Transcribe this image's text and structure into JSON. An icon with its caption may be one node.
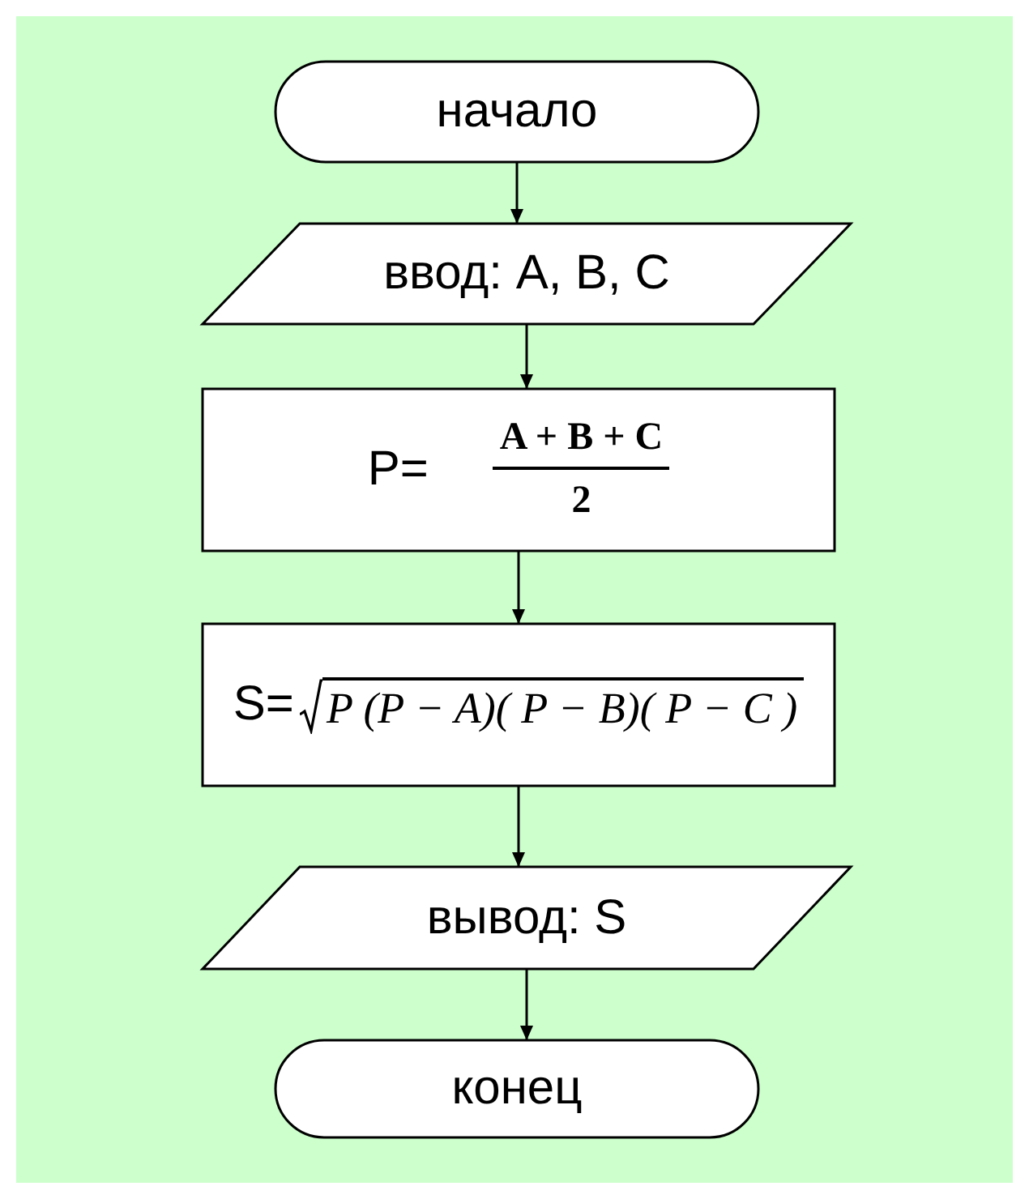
{
  "diagram": {
    "nodes": [
      {
        "text": [
          "начало"
        ]
      },
      {
        "text": [
          "ввод: A, B, C"
        ]
      },
      {
        "text": [
          "P=",
          "A + B + C",
          "2"
        ]
      },
      {
        "text": [
          "S=",
          "P (P − A)( P − B)( P − C )"
        ]
      },
      {
        "text": [
          "вывод: S"
        ]
      },
      {
        "text": [
          "конец"
        ]
      }
    ],
    "edges": [
      {
        "from": 0,
        "to": 1,
        "arrow": "to"
      },
      {
        "from": 1,
        "to": 2,
        "arrow": "to"
      },
      {
        "from": 2,
        "to": 3,
        "arrow": "to"
      },
      {
        "from": 3,
        "to": 4,
        "arrow": "to"
      },
      {
        "from": 4,
        "to": 5,
        "arrow": "to"
      }
    ]
  }
}
